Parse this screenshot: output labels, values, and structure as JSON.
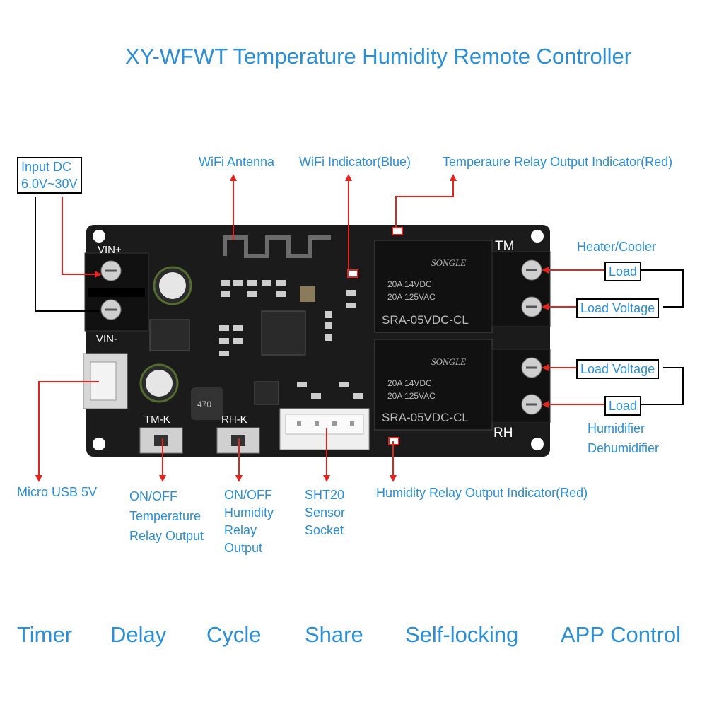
{
  "title": "XY-WFWT Temperature Humidity Remote Controller",
  "labels": {
    "input_dc_line1": "Input DC",
    "input_dc_line2": "6.0V~30V",
    "wifi_antenna": "WiFi Antenna",
    "wifi_indicator": "WiFi Indicator(Blue)",
    "temp_relay_indicator": "Temperaure Relay Output Indicator(Red)",
    "heater_cooler": "Heater/Cooler",
    "load_top": "Load",
    "load_voltage_top": "Load Voltage",
    "load_voltage_bottom": "Load Voltage",
    "load_bottom": "Load",
    "humidifier": "Humidifier",
    "dehumidifier": "Dehumidifier",
    "micro_usb": "Micro USB 5V",
    "tm_button": [
      "ON/OFF",
      "Temperature",
      "Relay Output"
    ],
    "rh_button": [
      "ON/OFF",
      "Humidity",
      "Relay",
      "Output"
    ],
    "sensor": [
      "SHT20",
      "Sensor",
      "Socket"
    ],
    "humidity_relay_indicator": "Humidity Relay Output Indicator(Red)"
  },
  "board": {
    "vin_plus": "VIN+",
    "vin_minus": "VIN-",
    "tm": "TM",
    "rh": "RH",
    "tm_k": "TM-K",
    "rh_k": "RH-K",
    "relay_brand": "SONGLE",
    "relay_rating1": "20A  14VDC",
    "relay_rating2": "20A  125VAC",
    "relay_model": "SRA-05VDC-CL",
    "inductor": "470"
  },
  "features": [
    "Timer",
    "Delay",
    "Cycle",
    "Share",
    "Self-locking",
    "APP Control"
  ],
  "colors": {
    "label": "#2a8fd6",
    "arrow": "#e0261f",
    "board": "#1b1b1b"
  }
}
